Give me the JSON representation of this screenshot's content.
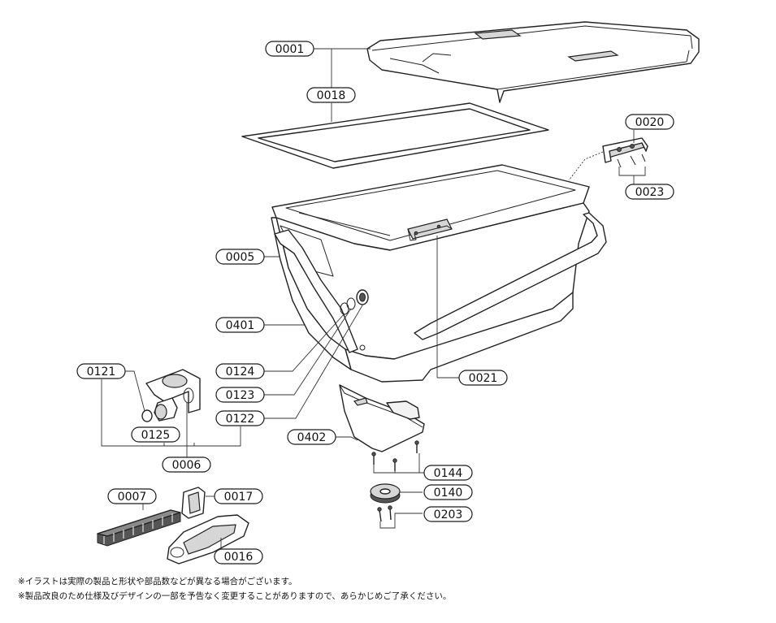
{
  "parts": [
    {
      "id": "lid",
      "code": "0001"
    },
    {
      "id": "gasket",
      "code": "0018"
    },
    {
      "id": "hinge",
      "code": "0020"
    },
    {
      "id": "hinge-screws",
      "code": "0023"
    },
    {
      "id": "handle",
      "code": "0005"
    },
    {
      "id": "body",
      "code": "0401"
    },
    {
      "id": "latch",
      "code": "0021"
    },
    {
      "id": "drain-ring-a",
      "code": "0124"
    },
    {
      "id": "drain-ring-b",
      "code": "0123"
    },
    {
      "id": "drain-ring-c",
      "code": "0122"
    },
    {
      "id": "drain-cap",
      "code": "0121"
    },
    {
      "id": "o-ring",
      "code": "0125"
    },
    {
      "id": "drain-set",
      "code": "0006"
    },
    {
      "id": "bottom-cover",
      "code": "0402"
    },
    {
      "id": "cover-screws",
      "code": "0144"
    },
    {
      "id": "foot",
      "code": "0140"
    },
    {
      "id": "foot-screws",
      "code": "0203"
    },
    {
      "id": "filter",
      "code": "0007"
    },
    {
      "id": "grip-frame",
      "code": "0017"
    },
    {
      "id": "grip",
      "code": "0016"
    }
  ],
  "notes": [
    "※イラストは実際の製品と形状や部品数などが異なる場合がございます。",
    "※製品改良のため仕様及びデザインの一部を予告なく変更することがありますので、あらかじめご了承ください。"
  ]
}
